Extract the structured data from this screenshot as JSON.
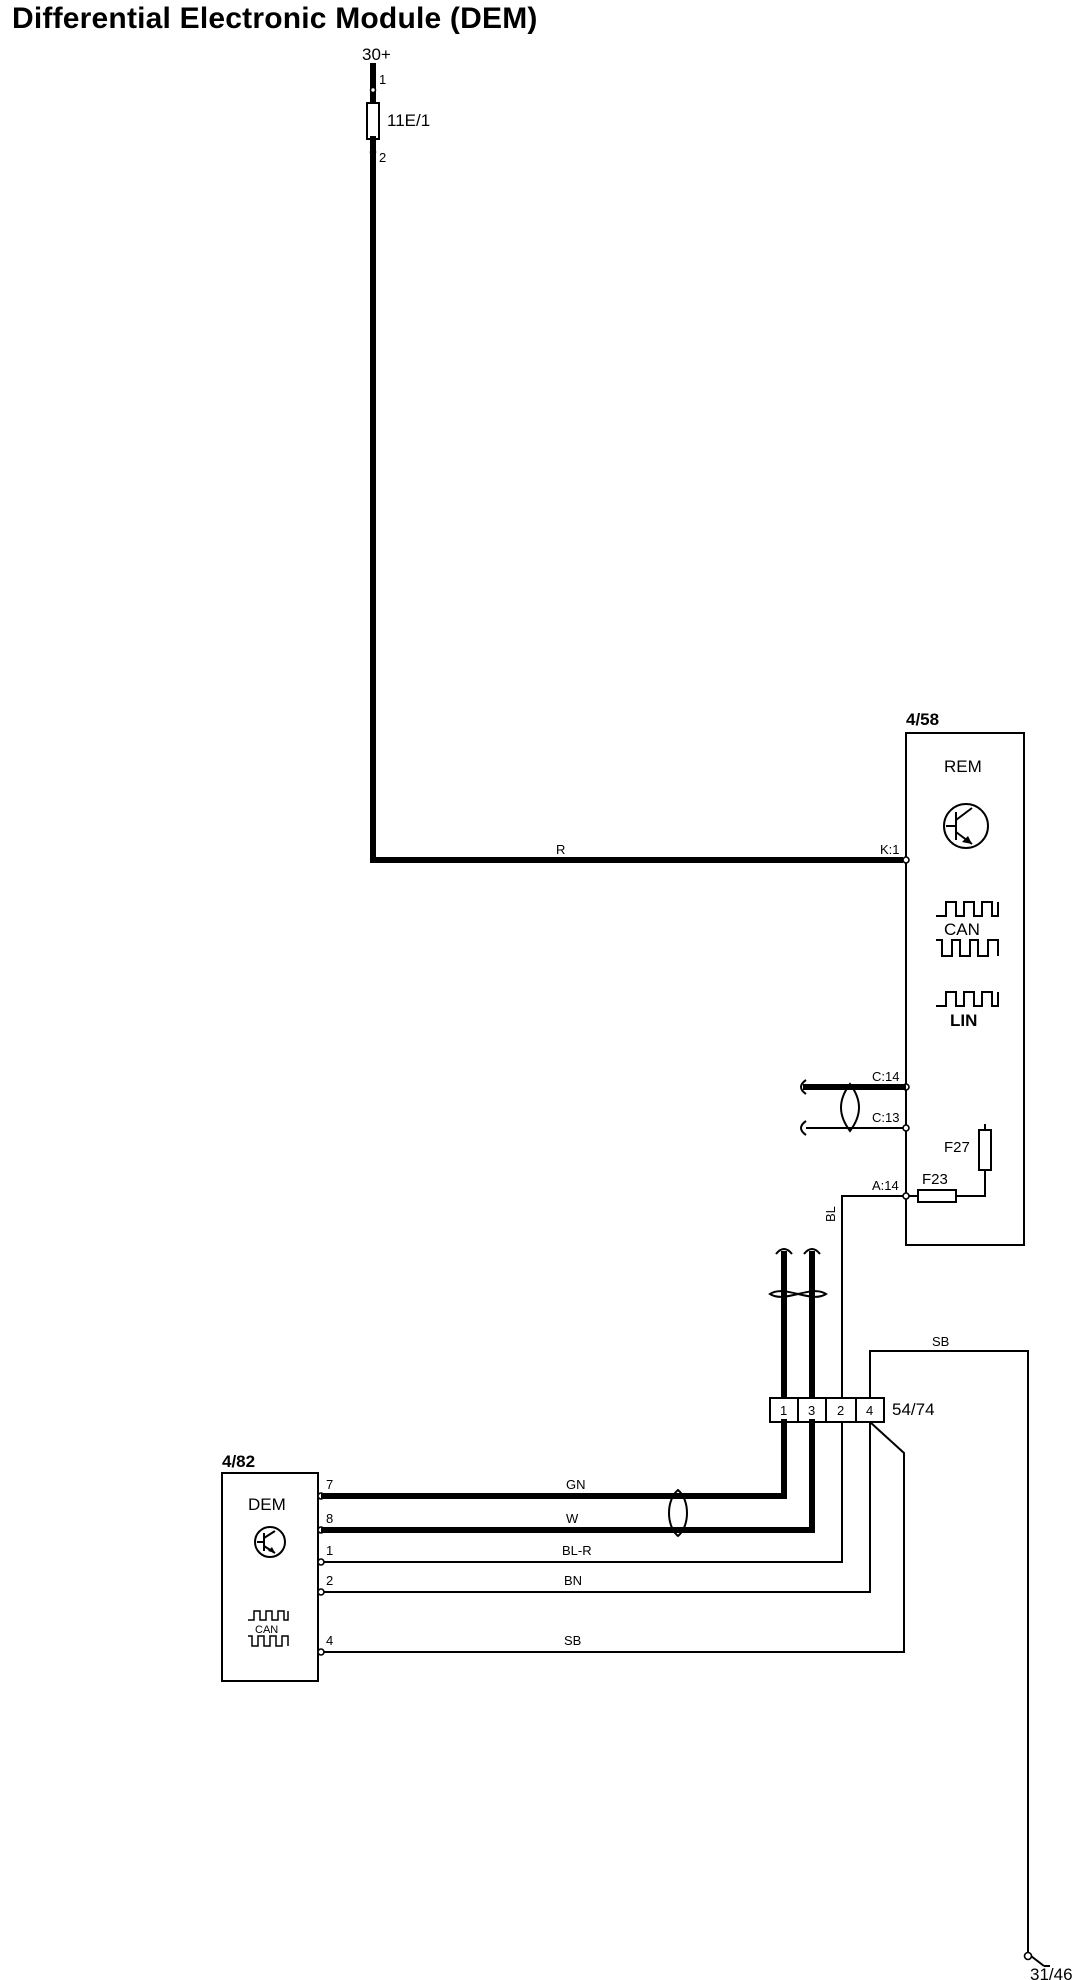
{
  "title": "Differential Electronic Module (DEM)",
  "supply": {
    "label": "30+",
    "pin_top": "1",
    "pin_bottom": "2",
    "fuse": "11E/1"
  },
  "rem": {
    "id": "4/58",
    "name": "REM",
    "can_label": "CAN",
    "lin_label": "LIN",
    "pins": {
      "k1": "K:1",
      "c14": "C:14",
      "c13": "C:13",
      "a14": "A:14"
    },
    "fuse_f23": "F23",
    "fuse_f27": "F27"
  },
  "dem": {
    "id": "4/82",
    "name": "DEM",
    "can_label": "CAN",
    "pins": [
      "7",
      "8",
      "1",
      "2",
      "4"
    ]
  },
  "connector": {
    "id": "54/74",
    "pins": [
      "1",
      "3",
      "2",
      "4"
    ]
  },
  "wires": {
    "r": "R",
    "bl": "BL",
    "sb_top": "SB",
    "gn": "GN",
    "w": "W",
    "bl_r": "BL-R",
    "bn": "BN",
    "sb_bottom": "SB"
  },
  "ground": "31/46"
}
